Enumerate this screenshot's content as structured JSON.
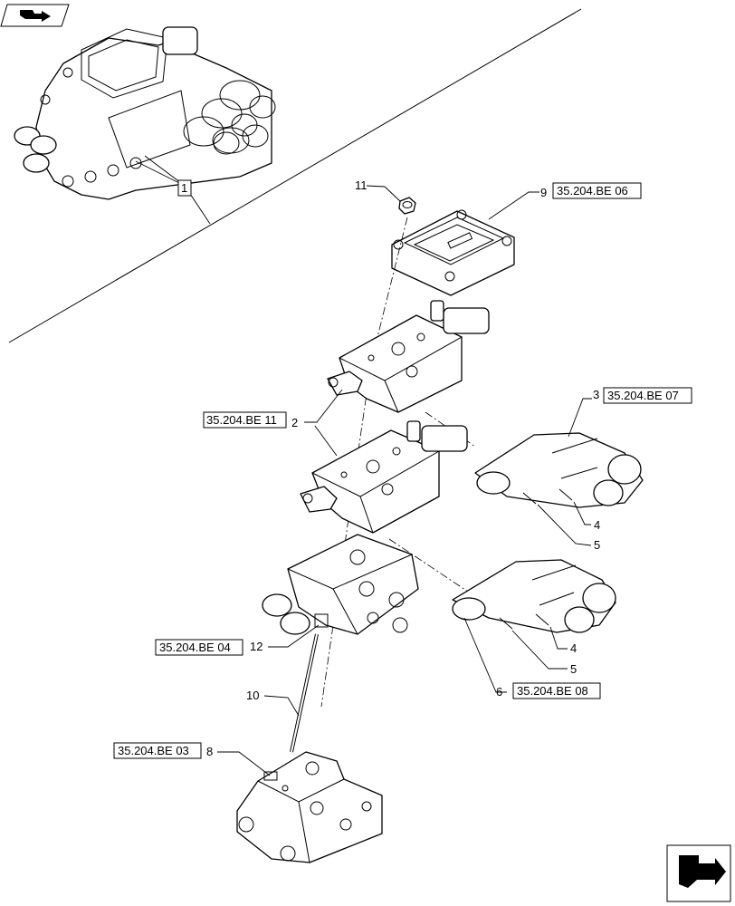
{
  "callouts": {
    "c1": "1",
    "c2": "2",
    "c3": "3",
    "c4a": "4",
    "c4b": "4",
    "c5a": "5",
    "c5b": "5",
    "c6": "6",
    "c8": "8",
    "c9": "9",
    "c10": "10",
    "c11": "11",
    "c12": "12"
  },
  "references": {
    "ref_cover": "35.204.BE 06",
    "ref_section": "35.204.BE 11",
    "ref_coupler_upper": "35.204.BE 07",
    "ref_coupler_lower": "35.204.BE 08",
    "ref_inlet": "35.204.BE 04",
    "ref_endplate": "35.204.BE 03"
  },
  "icons": {
    "top_left": "book-arrow-icon",
    "bottom_right": "next-page-arrow-icon"
  }
}
